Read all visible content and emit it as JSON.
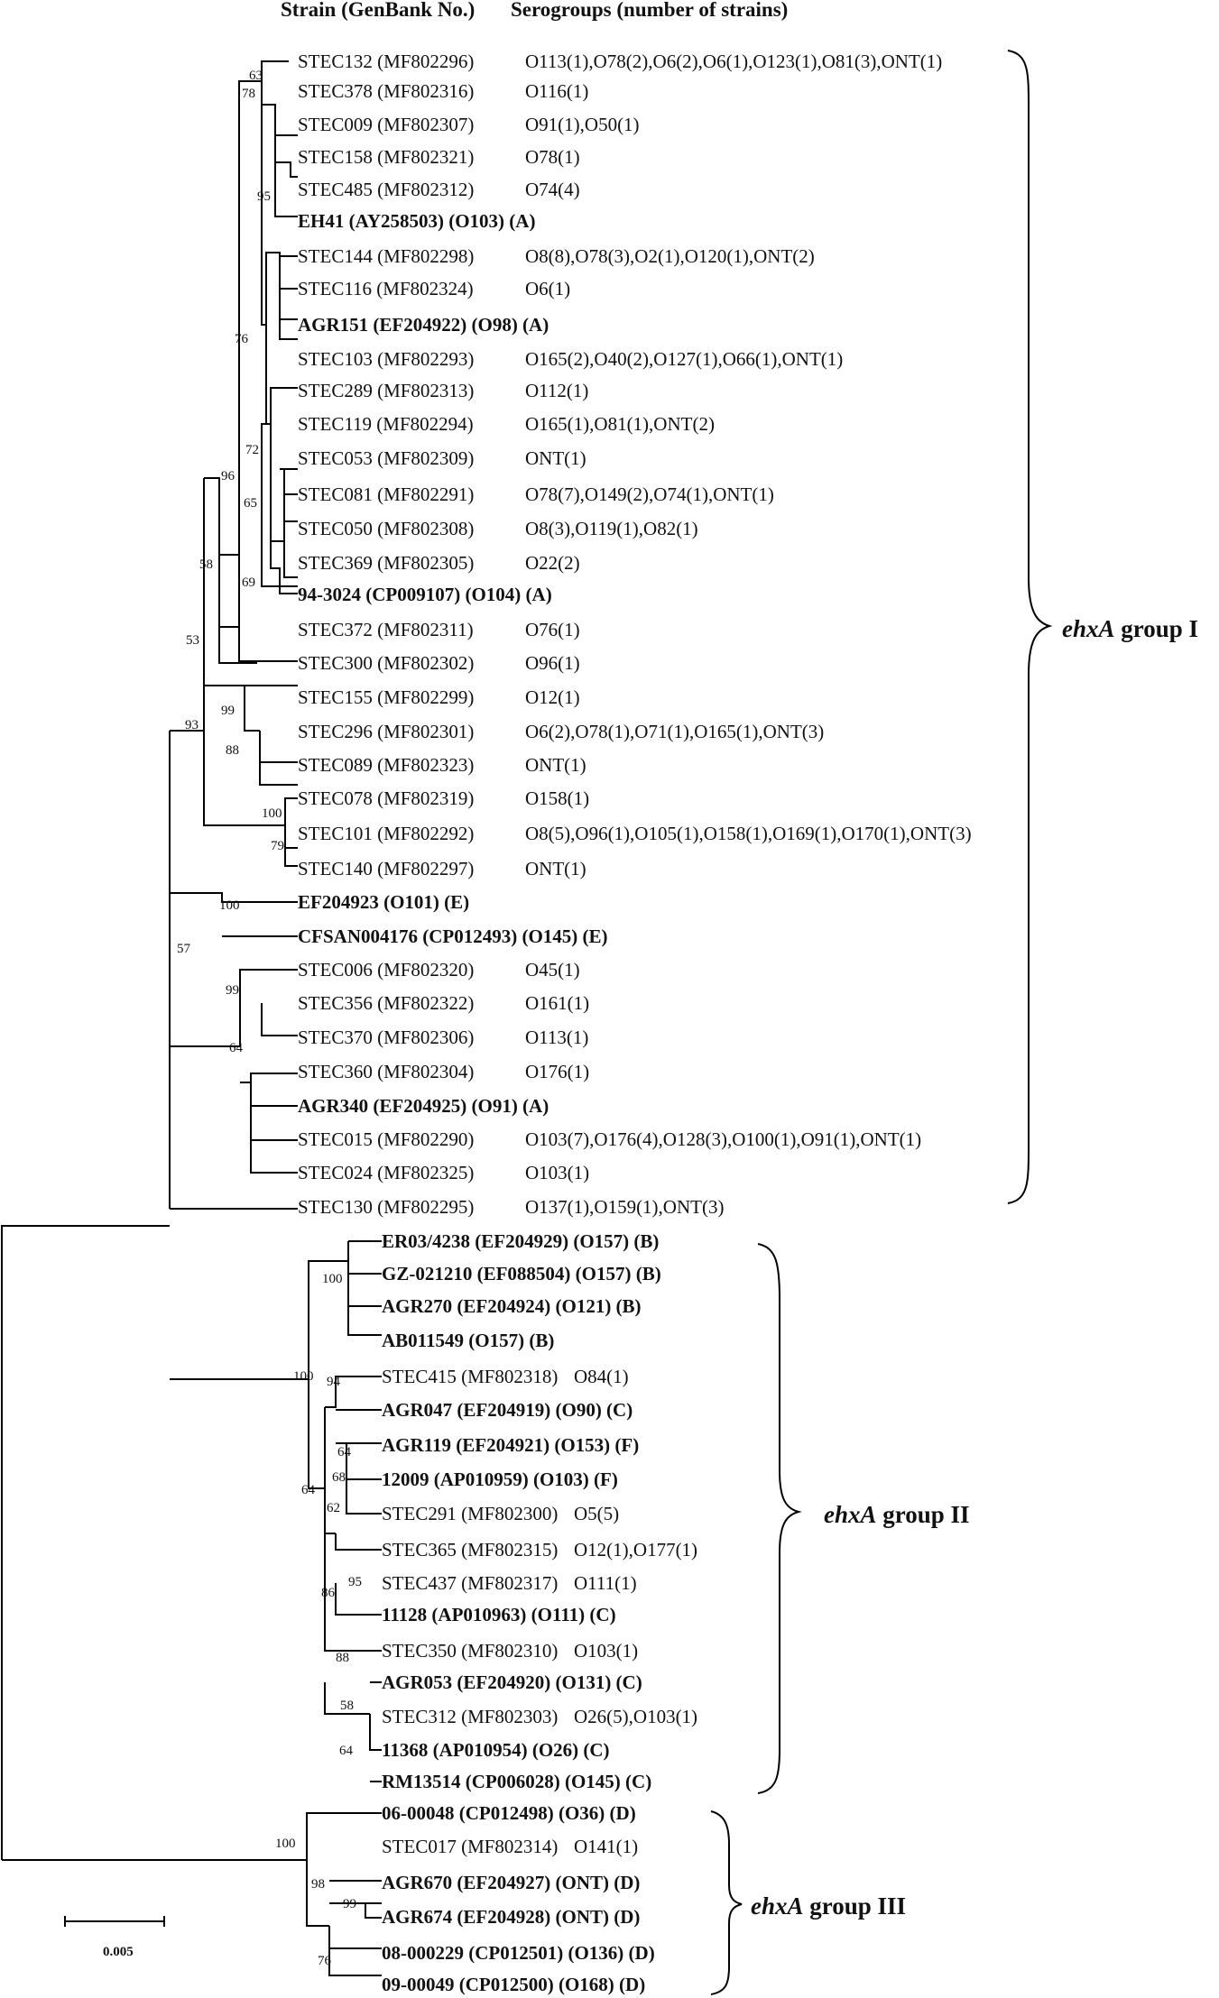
{
  "header": {
    "strain": "Strain (GenBank No.)",
    "serogroups": "Serogroups (number of strains)"
  },
  "leaves": [
    {
      "strain": "STEC132 (MF802296)",
      "sero": "O113(1),O78(2),O6(2),O6(1),O123(1),O81(3),ONT(1)",
      "bold": false
    },
    {
      "strain": "STEC378 (MF802316)",
      "sero": "O116(1)",
      "bold": false
    },
    {
      "strain": "STEC009 (MF802307)",
      "sero": "O91(1),O50(1)",
      "bold": false
    },
    {
      "strain": "STEC158 (MF802321)",
      "sero": "O78(1)",
      "bold": false
    },
    {
      "strain": "STEC485 (MF802312)",
      "sero": "O74(4)",
      "bold": false
    },
    {
      "strain": "EH41 (AY258503) (O103) (A)",
      "sero": "",
      "bold": true
    },
    {
      "strain": "STEC144 (MF802298)",
      "sero": "O8(8),O78(3),O2(1),O120(1),ONT(2)",
      "bold": false
    },
    {
      "strain": "STEC116 (MF802324)",
      "sero": "O6(1)",
      "bold": false
    },
    {
      "strain": "AGR151 (EF204922) (O98) (A)",
      "sero": "",
      "bold": true
    },
    {
      "strain": "STEC103 (MF802293)",
      "sero": "O165(2),O40(2),O127(1),O66(1),ONT(1)",
      "bold": false
    },
    {
      "strain": "STEC289 (MF802313)",
      "sero": "O112(1)",
      "bold": false
    },
    {
      "strain": "STEC119 (MF802294)",
      "sero": "O165(1),O81(1),ONT(2)",
      "bold": false
    },
    {
      "strain": "STEC053 (MF802309)",
      "sero": "ONT(1)",
      "bold": false
    },
    {
      "strain": "STEC081 (MF802291)",
      "sero": "O78(7),O149(2),O74(1),ONT(1)",
      "bold": false
    },
    {
      "strain": "STEC050 (MF802308)",
      "sero": "O8(3),O119(1),O82(1)",
      "bold": false
    },
    {
      "strain": "STEC369 (MF802305)",
      "sero": "O22(2)",
      "bold": false
    },
    {
      "strain": "94-3024 (CP009107) (O104) (A)",
      "sero": "",
      "bold": true
    },
    {
      "strain": "STEC372 (MF802311)",
      "sero": "O76(1)",
      "bold": false
    },
    {
      "strain": "STEC300 (MF802302)",
      "sero": "O96(1)",
      "bold": false
    },
    {
      "strain": "STEC155 (MF802299)",
      "sero": "O12(1)",
      "bold": false
    },
    {
      "strain": "STEC296 (MF802301)",
      "sero": "O6(2),O78(1),O71(1),O165(1),ONT(3)",
      "bold": false
    },
    {
      "strain": "STEC089 (MF802323)",
      "sero": "ONT(1)",
      "bold": false
    },
    {
      "strain": "STEC078 (MF802319)",
      "sero": "O158(1)",
      "bold": false
    },
    {
      "strain": "STEC101 (MF802292)",
      "sero": "O8(5),O96(1),O105(1),O158(1),O169(1),O170(1),ONT(3)",
      "bold": false
    },
    {
      "strain": "STEC140 (MF802297)",
      "sero": "ONT(1)",
      "bold": false
    },
    {
      "strain": "EF204923 (O101) (E)",
      "sero": "",
      "bold": true
    },
    {
      "strain": "CFSAN004176 (CP012493) (O145) (E)",
      "sero": "",
      "bold": true
    },
    {
      "strain": "STEC006 (MF802320)",
      "sero": "O45(1)",
      "bold": false
    },
    {
      "strain": "STEC356 (MF802322)",
      "sero": "O161(1)",
      "bold": false
    },
    {
      "strain": "STEC370 (MF802306)",
      "sero": "O113(1)",
      "bold": false
    },
    {
      "strain": "STEC360 (MF802304)",
      "sero": "O176(1)",
      "bold": false
    },
    {
      "strain": "AGR340 (EF204925) (O91) (A)",
      "sero": "",
      "bold": true
    },
    {
      "strain": "STEC015 (MF802290)",
      "sero": "O103(7),O176(4),O128(3),O100(1),O91(1),ONT(1)",
      "bold": false
    },
    {
      "strain": "STEC024 (MF802325)",
      "sero": "O103(1)",
      "bold": false
    },
    {
      "strain": "STEC130 (MF802295)",
      "sero": "O137(1),O159(1),ONT(3)",
      "bold": false
    },
    {
      "strain": "ER03/4238 (EF204929) (O157) (B)",
      "sero": "",
      "bold": true
    },
    {
      "strain": "GZ-021210 (EF088504) (O157) (B)",
      "sero": "",
      "bold": true
    },
    {
      "strain": "AGR270 (EF204924) (O121) (B)",
      "sero": "",
      "bold": true
    },
    {
      "strain": "AB011549 (O157) (B)",
      "sero": "",
      "bold": true
    },
    {
      "strain": "STEC415 (MF802318)",
      "sero": "O84(1)",
      "bold": false
    },
    {
      "strain": "AGR047 (EF204919) (O90) (C)",
      "sero": "",
      "bold": true
    },
    {
      "strain": "AGR119 (EF204921) (O153) (F)",
      "sero": "",
      "bold": true
    },
    {
      "strain": "12009 (AP010959) (O103) (F)",
      "sero": "",
      "bold": true
    },
    {
      "strain": "STEC291 (MF802300)",
      "sero": "O5(5)",
      "bold": false
    },
    {
      "strain": "STEC365 (MF802315)",
      "sero": "O12(1),O177(1)",
      "bold": false
    },
    {
      "strain": "STEC437 (MF802317)",
      "sero": "O111(1)",
      "bold": false
    },
    {
      "strain": "11128 (AP010963) (O111) (C)",
      "sero": "",
      "bold": true
    },
    {
      "strain": "STEC350 (MF802310)",
      "sero": "O103(1)",
      "bold": false
    },
    {
      "strain": "AGR053 (EF204920) (O131) (C)",
      "sero": "",
      "bold": true
    },
    {
      "strain": "STEC312 (MF802303)",
      "sero": "O26(5),O103(1)",
      "bold": false
    },
    {
      "strain": "11368 (AP010954) (O26) (C)",
      "sero": "",
      "bold": true
    },
    {
      "strain": "RM13514 (CP006028) (O145) (C)",
      "sero": "",
      "bold": true
    },
    {
      "strain": "06-00048 (CP012498) (O36) (D)",
      "sero": "",
      "bold": true
    },
    {
      "strain": "STEC017 (MF802314)",
      "sero": "O141(1)",
      "bold": false
    },
    {
      "strain": "AGR670 (EF204927) (ONT) (D)",
      "sero": "",
      "bold": true
    },
    {
      "strain": "AGR674 (EF204928) (ONT) (D)",
      "sero": "",
      "bold": true
    },
    {
      "strain": "08-000229 (CP012501) (O136) (D)",
      "sero": "",
      "bold": true
    },
    {
      "strain": "09-00049 (CP012500) (O168) (D)",
      "sero": "",
      "bold": true
    }
  ],
  "bootstraps": [
    "63",
    "78",
    "95",
    "76",
    "72",
    "96",
    "65",
    "69",
    "58",
    "53",
    "99",
    "93",
    "88",
    "100",
    "79",
    "100",
    "57",
    "99",
    "64",
    "100",
    "100",
    "94",
    "64",
    "68",
    "64",
    "62",
    "86",
    "95",
    "88",
    "58",
    "64",
    "100",
    "98",
    "99",
    "76"
  ],
  "groups": [
    {
      "gene": "ehxA",
      "label": " group I"
    },
    {
      "gene": "ehxA",
      "label": " group II"
    },
    {
      "gene": "ehxA",
      "label": " group III"
    }
  ],
  "scale": {
    "label": "0.005"
  }
}
